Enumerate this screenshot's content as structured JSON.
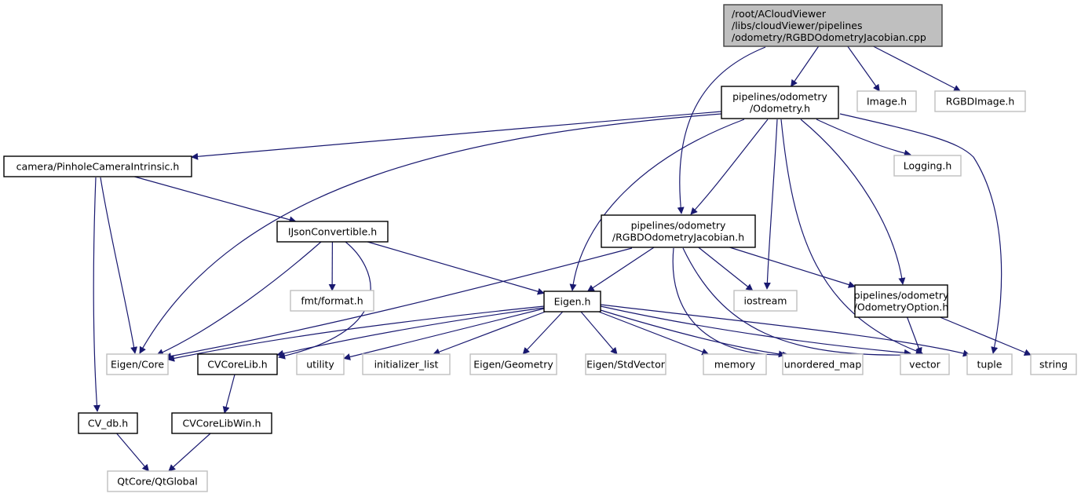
{
  "title": "Include dependency graph for RGBDOdometryJacobian.cpp",
  "colors": {
    "edge": "#191970",
    "root_fill": "#bfbfbf",
    "root_border": "#404040",
    "documented_border": "#000000",
    "external_border": "#bfbfbf",
    "node_fill": "#ffffff"
  },
  "nodes": [
    {
      "id": "root",
      "lines": [
        "/root/ACloudViewer",
        "/libs/cloudViewer/pipelines",
        "/odometry/RGBDOdometryJacobian.cpp"
      ],
      "kind": "root"
    },
    {
      "id": "odometry_h",
      "lines": [
        "pipelines/odometry",
        "/Odometry.h"
      ],
      "kind": "documented"
    },
    {
      "id": "image_h",
      "lines": [
        "Image.h"
      ],
      "kind": "external"
    },
    {
      "id": "rgbdimage_h",
      "lines": [
        "RGBDImage.h"
      ],
      "kind": "external"
    },
    {
      "id": "pinhole_h",
      "lines": [
        "camera/PinholeCameraIntrinsic.h"
      ],
      "kind": "documented"
    },
    {
      "id": "logging_h",
      "lines": [
        "Logging.h"
      ],
      "kind": "external"
    },
    {
      "id": "ijson_h",
      "lines": [
        "IJsonConvertible.h"
      ],
      "kind": "documented"
    },
    {
      "id": "rgbdjac_h",
      "lines": [
        "pipelines/odometry",
        "/RGBDOdometryJacobian.h"
      ],
      "kind": "documented"
    },
    {
      "id": "fmt_h",
      "lines": [
        "fmt/format.h"
      ],
      "kind": "external"
    },
    {
      "id": "eigen_h",
      "lines": [
        "Eigen.h"
      ],
      "kind": "documented"
    },
    {
      "id": "iostream",
      "lines": [
        "iostream"
      ],
      "kind": "external"
    },
    {
      "id": "odomopt_h",
      "lines": [
        "pipelines/odometry",
        "/OdometryOption.h"
      ],
      "kind": "documented"
    },
    {
      "id": "eigen_core",
      "lines": [
        "Eigen/Core"
      ],
      "kind": "external"
    },
    {
      "id": "cvcorelib_h",
      "lines": [
        "CVCoreLib.h"
      ],
      "kind": "documented"
    },
    {
      "id": "utility",
      "lines": [
        "utility"
      ],
      "kind": "external"
    },
    {
      "id": "initializer_list",
      "lines": [
        "initializer_list"
      ],
      "kind": "external"
    },
    {
      "id": "eigen_geometry",
      "lines": [
        "Eigen/Geometry"
      ],
      "kind": "external"
    },
    {
      "id": "eigen_stdvector",
      "lines": [
        "Eigen/StdVector"
      ],
      "kind": "external"
    },
    {
      "id": "memory",
      "lines": [
        "memory"
      ],
      "kind": "external"
    },
    {
      "id": "unordered_map",
      "lines": [
        "unordered_map"
      ],
      "kind": "external"
    },
    {
      "id": "vector",
      "lines": [
        "vector"
      ],
      "kind": "external"
    },
    {
      "id": "tuple",
      "lines": [
        "tuple"
      ],
      "kind": "external"
    },
    {
      "id": "string",
      "lines": [
        "string"
      ],
      "kind": "external"
    },
    {
      "id": "cv_db_h",
      "lines": [
        "CV_db.h"
      ],
      "kind": "documented"
    },
    {
      "id": "cvcorelibwin_h",
      "lines": [
        "CVCoreLibWin.h"
      ],
      "kind": "documented"
    },
    {
      "id": "qtglobal",
      "lines": [
        "QtCore/QtGlobal"
      ],
      "kind": "external"
    }
  ],
  "edges": [
    [
      "root",
      "odometry_h"
    ],
    [
      "root",
      "image_h"
    ],
    [
      "root",
      "rgbdimage_h"
    ],
    [
      "root",
      "rgbdjac_h"
    ],
    [
      "odometry_h",
      "pinhole_h"
    ],
    [
      "odometry_h",
      "logging_h"
    ],
    [
      "odometry_h",
      "rgbdjac_h"
    ],
    [
      "odometry_h",
      "eigen_h"
    ],
    [
      "odometry_h",
      "iostream"
    ],
    [
      "odometry_h",
      "odomopt_h"
    ],
    [
      "odometry_h",
      "eigen_core"
    ],
    [
      "odometry_h",
      "vector"
    ],
    [
      "odometry_h",
      "tuple"
    ],
    [
      "pinhole_h",
      "ijson_h"
    ],
    [
      "pinhole_h",
      "eigen_core"
    ],
    [
      "pinhole_h",
      "cv_db_h"
    ],
    [
      "ijson_h",
      "fmt_h"
    ],
    [
      "ijson_h",
      "eigen_h"
    ],
    [
      "ijson_h",
      "eigen_core"
    ],
    [
      "ijson_h",
      "cvcorelib_h"
    ],
    [
      "rgbdjac_h",
      "eigen_h"
    ],
    [
      "rgbdjac_h",
      "iostream"
    ],
    [
      "rgbdjac_h",
      "odomopt_h"
    ],
    [
      "rgbdjac_h",
      "eigen_core"
    ],
    [
      "rgbdjac_h",
      "vector"
    ],
    [
      "rgbdjac_h",
      "unordered_map"
    ],
    [
      "eigen_h",
      "eigen_core"
    ],
    [
      "eigen_h",
      "cvcorelib_h"
    ],
    [
      "eigen_h",
      "utility"
    ],
    [
      "eigen_h",
      "initializer_list"
    ],
    [
      "eigen_h",
      "eigen_geometry"
    ],
    [
      "eigen_h",
      "eigen_stdvector"
    ],
    [
      "eigen_h",
      "memory"
    ],
    [
      "eigen_h",
      "unordered_map"
    ],
    [
      "eigen_h",
      "vector"
    ],
    [
      "eigen_h",
      "tuple"
    ],
    [
      "odomopt_h",
      "vector"
    ],
    [
      "odomopt_h",
      "string"
    ],
    [
      "cvcorelib_h",
      "cvcorelibwin_h"
    ],
    [
      "cv_db_h",
      "qtglobal"
    ],
    [
      "cvcorelibwin_h",
      "qtglobal"
    ]
  ]
}
